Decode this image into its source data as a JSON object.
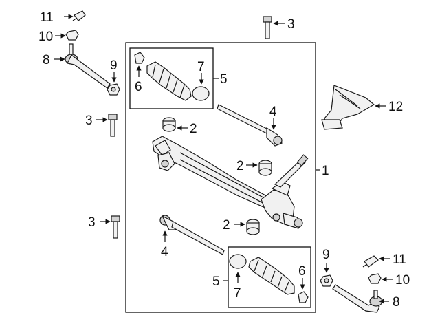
{
  "diagram": {
    "callouts": {
      "c1": "1",
      "c2a": "2",
      "c2b": "2",
      "c2c": "2",
      "c3a": "3",
      "c3b": "3",
      "c3c": "3",
      "c4a": "4",
      "c4b": "4",
      "c5a": "5",
      "c5b": "5",
      "c6a": "6",
      "c6b": "6",
      "c7a": "7",
      "c7b": "7",
      "c8a": "8",
      "c8b": "8",
      "c9a": "9",
      "c9b": "9",
      "c10a": "10",
      "c10b": "10",
      "c11a": "11",
      "c11b": "11",
      "c12": "12"
    },
    "parts": [
      "steering-gear-assembly",
      "mount-bushing",
      "bolt",
      "inner-tie-rod",
      "boot-kit",
      "boot-clamp",
      "boot-clamp-ring",
      "outer-tie-rod",
      "adjusting-nut",
      "castle-nut",
      "cotter-pin",
      "dust-boot"
    ]
  }
}
